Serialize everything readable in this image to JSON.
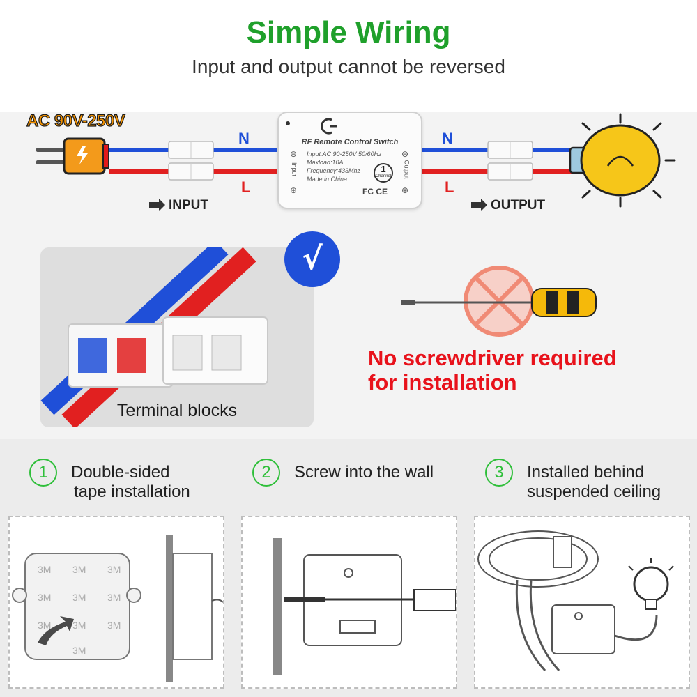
{
  "header": {
    "title": "Simple Wiring",
    "subtitle": "Input and output cannot be reversed"
  },
  "wiring": {
    "ac_label": "AC 90V-250V",
    "input_n": "N",
    "input_l": "L",
    "output_n": "N",
    "output_l": "L",
    "input_label": "INPUT",
    "output_label": "OUTPUT",
    "colors": {
      "neutral": "#1f4fd8",
      "live": "#e12020",
      "accent": "#1fa02b"
    }
  },
  "device": {
    "name": "RF Remote Control Switch",
    "specs": [
      "Input:AC 90-250V 50/60Hz",
      "Maxload:10A",
      "Frequency:433Mhz",
      "Made in China"
    ],
    "left_side": "Input",
    "right_side": "Output",
    "channel_badge": "1",
    "channel_text": "Channel",
    "marks": "FC CE"
  },
  "features": {
    "check_symbol": "√",
    "terminal_caption": "Terminal blocks",
    "warning_line1": "No screwdriver required",
    "warning_line2": "for installation"
  },
  "steps": [
    {
      "num": "1",
      "line1": "Double-sided",
      "line2": "tape installation"
    },
    {
      "num": "2",
      "line1": "Screw into the wall",
      "line2": ""
    },
    {
      "num": "3",
      "line1": "Installed behind",
      "line2": "suspended ceiling"
    }
  ],
  "tape_mark": "3M"
}
